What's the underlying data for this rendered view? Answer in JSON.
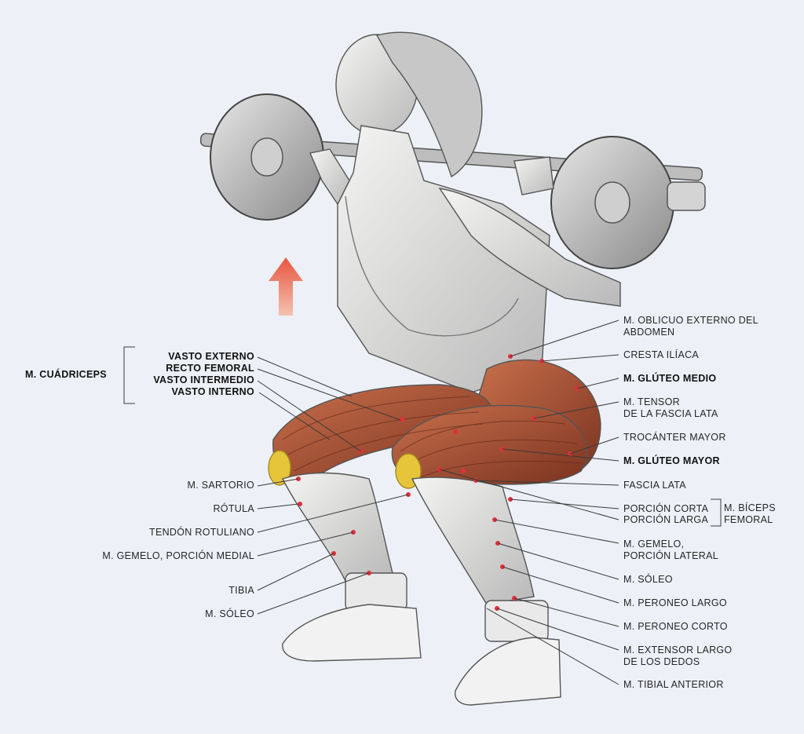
{
  "diagram": {
    "group_quadriceps": "M. CUÁDRICEPS",
    "group_biceps": "M. BÍCEPS\nFEMORAL",
    "labels_left": [
      {
        "id": "vasto-externo",
        "text": "VASTO EXTERNO",
        "bold": true
      },
      {
        "id": "recto-femoral",
        "text": "RECTO FEMORAL",
        "bold": true
      },
      {
        "id": "vasto-intermedio",
        "text": "VASTO INTERMEDIO",
        "bold": true
      },
      {
        "id": "vasto-interno",
        "text": "VASTO INTERNO",
        "bold": true
      },
      {
        "id": "sartorio",
        "text": "M. SARTORIO",
        "bold": false
      },
      {
        "id": "rotula",
        "text": "RÓTULA",
        "bold": false
      },
      {
        "id": "tendon-rotuliano",
        "text": "TENDÓN ROTULIANO",
        "bold": false
      },
      {
        "id": "gemelo-medial",
        "text": "M. GEMELO, PORCIÓN MEDIAL",
        "bold": false
      },
      {
        "id": "tibia",
        "text": "TIBIA",
        "bold": false
      },
      {
        "id": "soleo-left",
        "text": "M. SÓLEO",
        "bold": false
      }
    ],
    "labels_right": [
      {
        "id": "oblicuo",
        "text": "M. OBLICUO EXTERNO DEL\nABDOMEN",
        "bold": false
      },
      {
        "id": "cresta-iliaca",
        "text": "CRESTA ILÍACA",
        "bold": false
      },
      {
        "id": "gluteo-medio",
        "text": "M. GLÚTEO MEDIO",
        "bold": true
      },
      {
        "id": "tensor-fascia",
        "text": "M. TENSOR\nDE LA FASCIA LATA",
        "bold": false
      },
      {
        "id": "trocanter",
        "text": "TROCÁNTER MAYOR",
        "bold": false
      },
      {
        "id": "gluteo-mayor",
        "text": "M. GLÚTEO MAYOR",
        "bold": true
      },
      {
        "id": "fascia-lata",
        "text": "FASCIA LATA",
        "bold": false
      },
      {
        "id": "porcion-corta",
        "text": "PORCIÓN CORTA",
        "bold": false
      },
      {
        "id": "porcion-larga",
        "text": "PORCIÓN LARGA",
        "bold": false
      },
      {
        "id": "gemelo-lateral",
        "text": "M. GEMELO,\nPORCIÓN LATERAL",
        "bold": false
      },
      {
        "id": "soleo-right",
        "text": "M. SÓLEO",
        "bold": false
      },
      {
        "id": "peroneo-largo",
        "text": "M. PERONEO LARGO",
        "bold": false
      },
      {
        "id": "peroneo-corto",
        "text": "M. PERONEO CORTO",
        "bold": false
      },
      {
        "id": "extensor-dedos",
        "text": "M. EXTENSOR LARGO\nDE LOS DEDOS",
        "bold": false
      },
      {
        "id": "tibial-anterior",
        "text": "M. TIBIAL ANTERIOR",
        "bold": false
      }
    ],
    "colors": {
      "background": "#edf1f7",
      "muscle": "#b35a3a",
      "muscle_dark": "#7a321f",
      "marker": "#e0303a",
      "arrow": "#e8553f",
      "leader": "#3a3a3a"
    }
  }
}
